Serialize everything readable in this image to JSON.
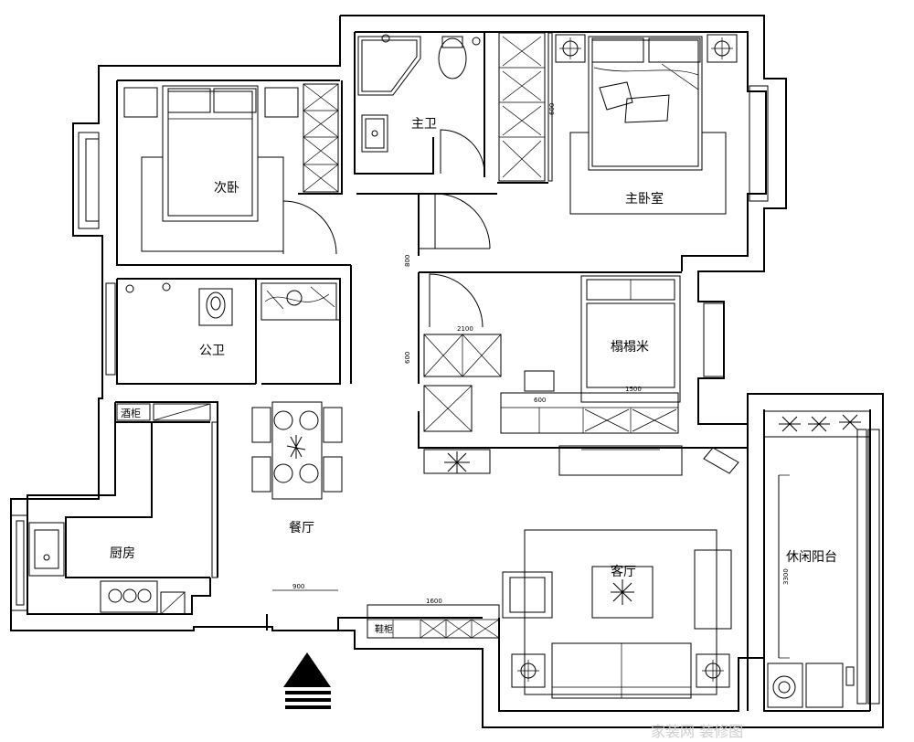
{
  "rooms": {
    "second_bedroom": "次卧",
    "master_bath": "主卫",
    "master_bedroom": "主卧室",
    "public_bath": "公卫",
    "tatami": "榻榻米",
    "kitchen": "厨房",
    "dining": "餐厅",
    "living": "客厅",
    "balcony": "休闲阳台"
  },
  "labels": {
    "wine_cabinet": "酒柜",
    "shoe_cabinet": "鞋柜"
  },
  "dimensions": {
    "dim_bedroom_wall": "600",
    "dim_master_hall": "800",
    "dim_tatami_side": "600",
    "dim_tatami_shelf": "600",
    "dim_tatami_bed": "1500",
    "dim_bath_partition": "2100",
    "dim_entry": "900",
    "dim_shoe": "1600",
    "dim_balcony": "3300"
  },
  "watermark": "家装网 装修图"
}
